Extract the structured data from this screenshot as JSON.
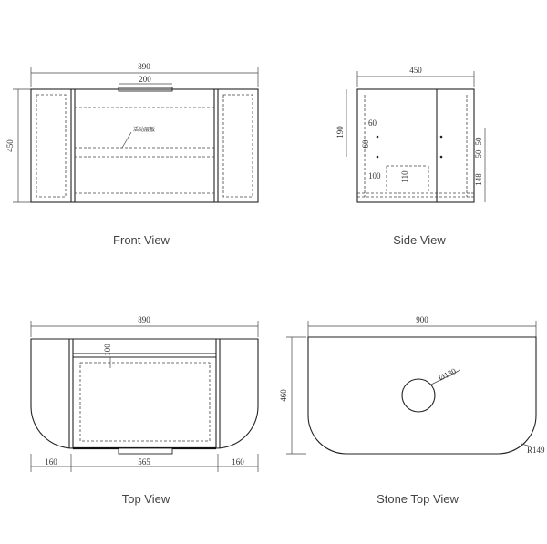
{
  "views": {
    "front": {
      "caption": "Front View",
      "width_dim": "890",
      "height_dim": "450",
      "handle_dim": "200",
      "note": "活动层板"
    },
    "side": {
      "caption": "Side View",
      "width_dim": "450",
      "dims": [
        "190",
        "60",
        "60",
        "100",
        "110",
        "50",
        "50",
        "148"
      ]
    },
    "top": {
      "caption": "Top View",
      "width_dim": "890",
      "depth_dim": "100",
      "bottom_dims": [
        "160",
        "565",
        "160"
      ]
    },
    "stone": {
      "caption": "Stone Top View",
      "width_dim": "900",
      "height_dim": "460",
      "hole_dim": "Ø130",
      "radius_dim": "R149"
    }
  }
}
